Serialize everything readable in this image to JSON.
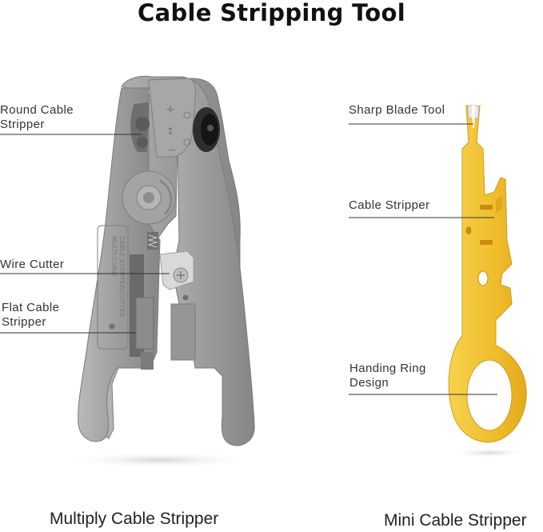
{
  "title": "Cable Stripping Tool",
  "left_tool": {
    "labels": {
      "round": "Round Cable\nStripper",
      "wire": "Wire Cutter",
      "flat": "Flat Cable\nStripper"
    },
    "caption": "Multiply Cable Stripper"
  },
  "right_tool": {
    "labels": {
      "blade": "Sharp Blade Tool",
      "stripper": "Cable Stripper",
      "ring": "Handing Ring\nDesign"
    },
    "caption": "Mini Cable Stripper"
  },
  "colors": {
    "gray_tool": "#9a9a9a",
    "yellow_tool": "#f2c335"
  }
}
